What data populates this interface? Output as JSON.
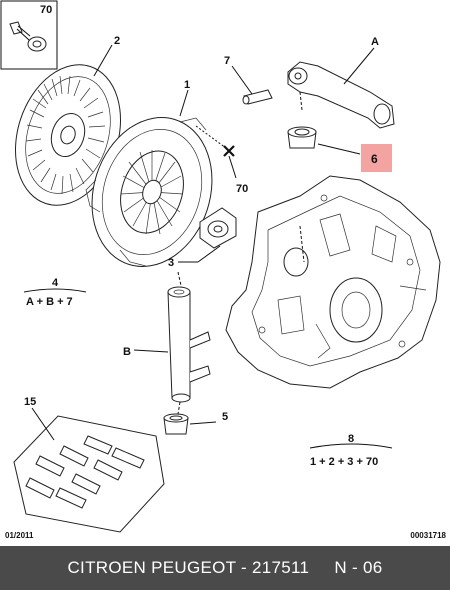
{
  "callouts": {
    "c70_box": "70",
    "c2": "2",
    "c1": "1",
    "c7": "7",
    "cA": "A",
    "c6": "6",
    "c70_cross": "70",
    "c3": "3",
    "c4": "4",
    "c4_formula": "A + B + 7",
    "cB": "B",
    "c5": "5",
    "c15": "15",
    "c8": "8",
    "c8_formula": "1 + 2 + 3 + 70"
  },
  "highlight_color": "#f4a3a3",
  "footer": {
    "date": "01/2011",
    "ref": "00031718",
    "caption_left": "CITROEN PEUGEOT - 217511",
    "caption_right": "N - 06"
  }
}
